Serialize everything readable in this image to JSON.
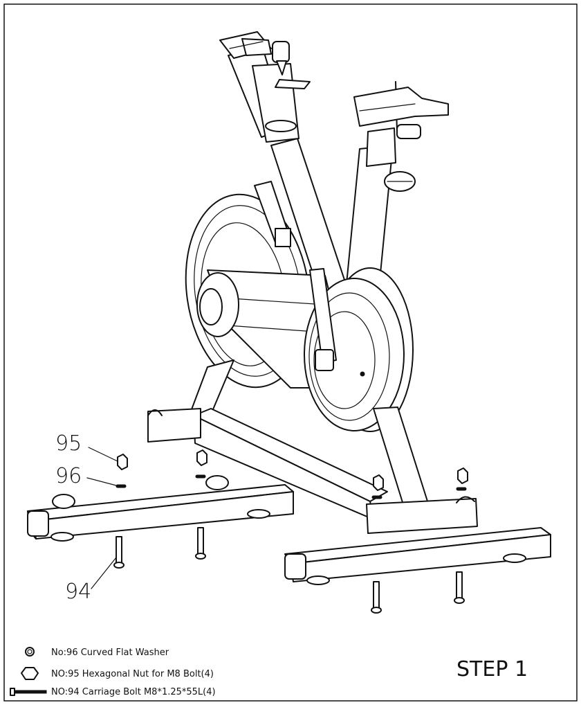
{
  "diagram": {
    "step_label": "STEP 1",
    "part_labels": {
      "p95": "95",
      "p96": "96",
      "p94": "94"
    },
    "legend": [
      {
        "icon": "curved-washer-icon",
        "text": "No:96 Curved Flat Washer"
      },
      {
        "icon": "hex-nut-icon",
        "text": "NO:95 Hexagonal Nut for M8 Bolt(4)"
      },
      {
        "icon": "carriage-bolt-icon",
        "text": "NO:94 Carriage Bolt M8*1.25*55L(4)"
      }
    ],
    "colors": {
      "line": "#111111",
      "background": "#ffffff"
    }
  }
}
